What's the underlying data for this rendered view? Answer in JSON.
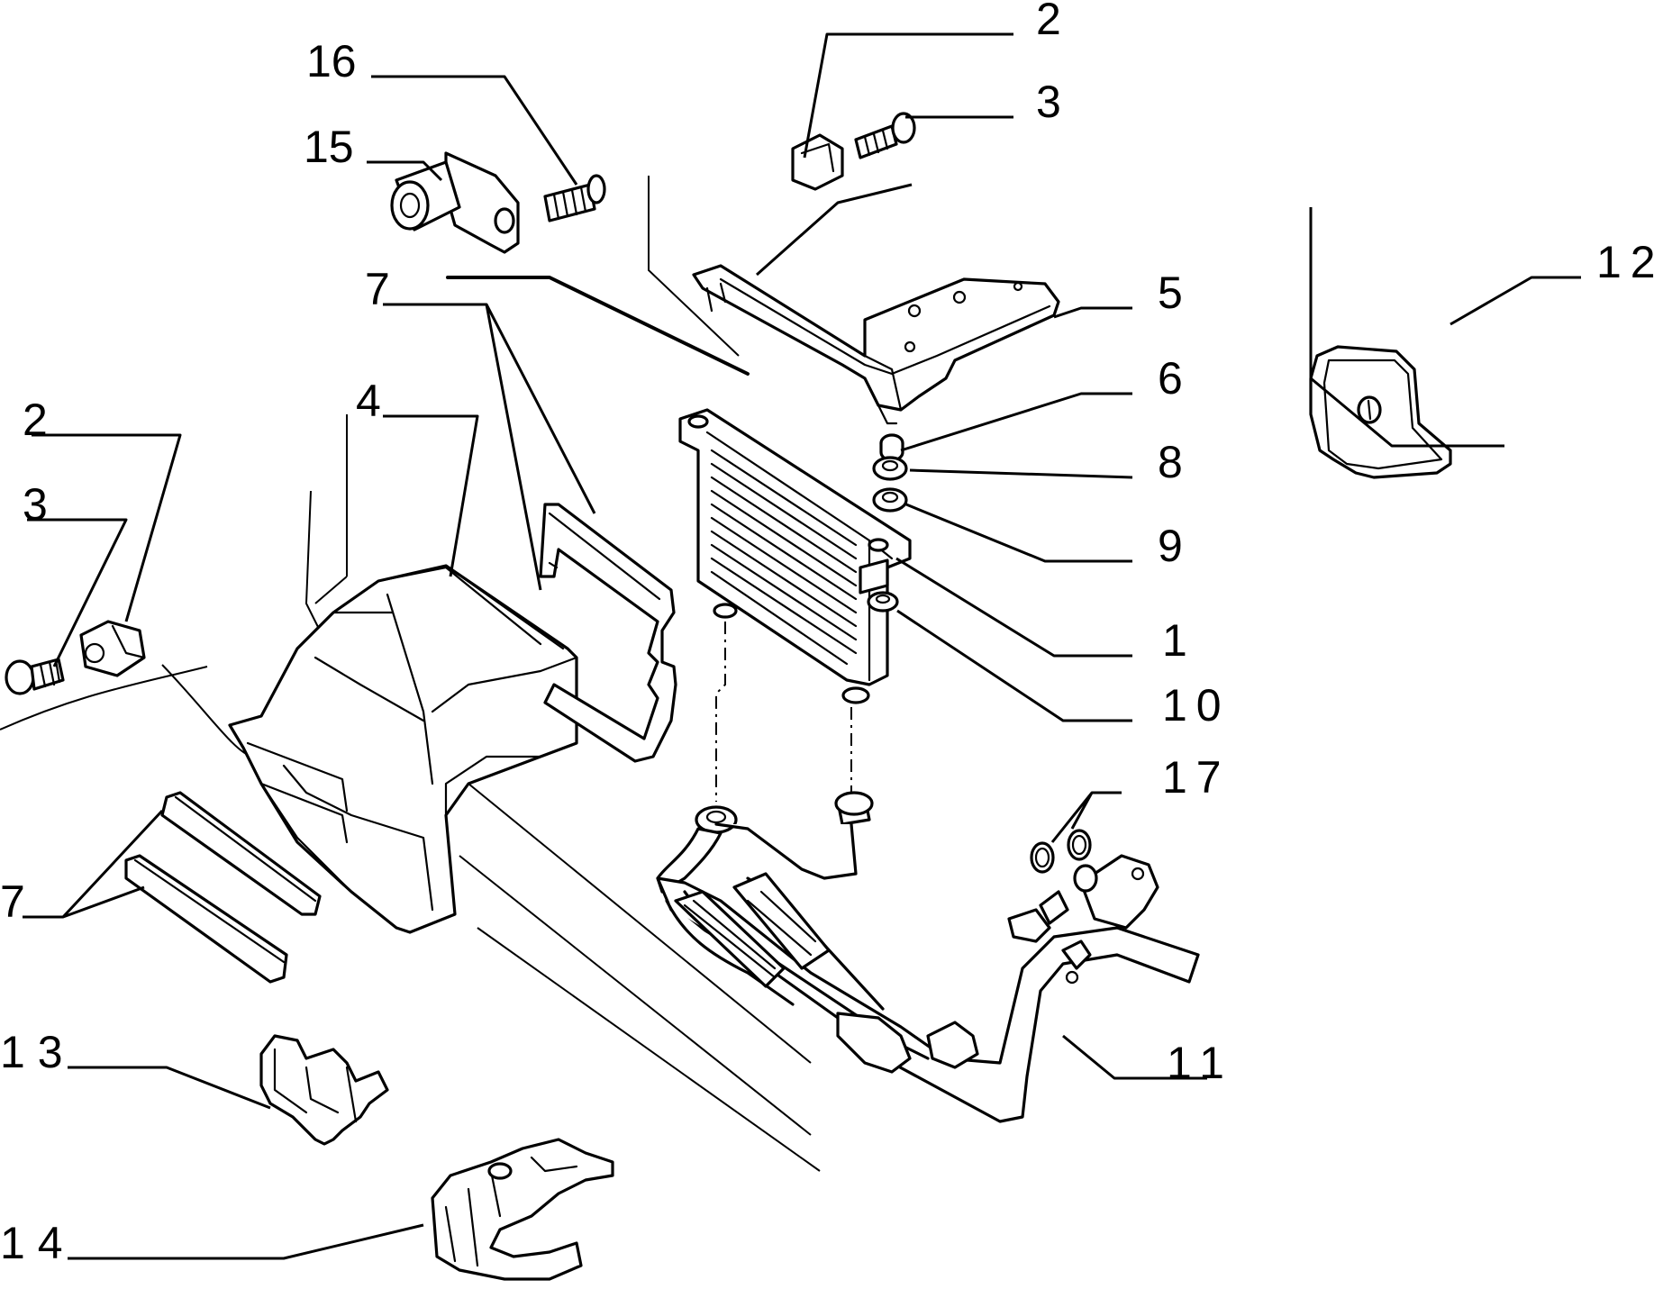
{
  "callouts": {
    "c1": "1",
    "c2a": "2",
    "c2b": "2",
    "c3a": "3",
    "c3b": "3",
    "c4": "4",
    "c5": "5",
    "c6": "6",
    "c7a": "7",
    "c7b": "7",
    "c8": "8",
    "c9": "9",
    "c10": "10",
    "c11": "11",
    "c12": "12",
    "c13": "13",
    "c14": "14",
    "c15": "15",
    "c16": "16",
    "c17": "17"
  }
}
